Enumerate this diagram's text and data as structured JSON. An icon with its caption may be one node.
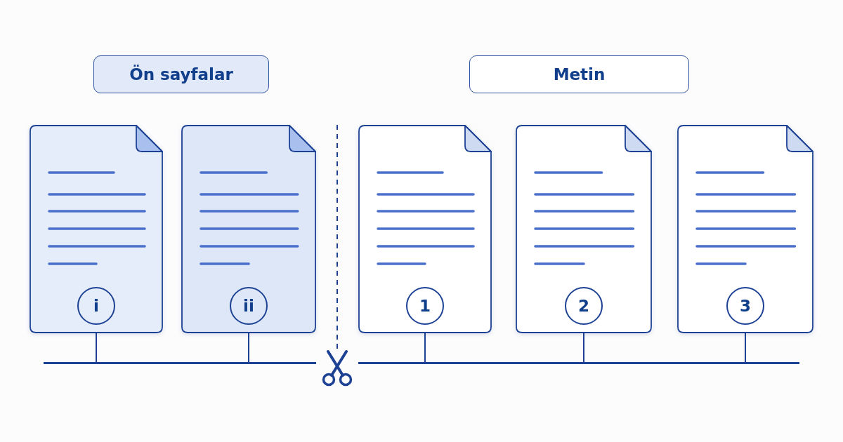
{
  "diagram": {
    "nodes": [
      {
        "text": [
          "Ön sayfalar"
        ]
      },
      {
        "text": [
          "Metin"
        ]
      },
      {
        "text": [],
        "shape": "document"
      },
      {
        "text": [
          "i"
        ],
        "in": 2
      },
      {
        "text": [],
        "shape": "document"
      },
      {
        "text": [
          "ii"
        ],
        "in": 4
      },
      {
        "text": [],
        "shape": "document"
      },
      {
        "text": [
          "1"
        ],
        "in": 6
      },
      {
        "text": [],
        "shape": "document"
      },
      {
        "text": [
          "2"
        ],
        "in": 8
      },
      {
        "text": [],
        "shape": "document"
      },
      {
        "text": [
          "3"
        ],
        "in": 10
      },
      {
        "text": [],
        "shape": "bar"
      },
      {
        "text": [],
        "shape": "bar"
      }
    ],
    "edges": [
      {
        "from": 2,
        "to": 12,
        "arrow": "none"
      },
      {
        "from": 4,
        "to": 12,
        "arrow": "none"
      },
      {
        "from": 6,
        "to": 13,
        "arrow": "none"
      },
      {
        "from": 8,
        "to": 13,
        "arrow": "none"
      },
      {
        "from": 10,
        "to": 13,
        "arrow": "none"
      }
    ]
  }
}
